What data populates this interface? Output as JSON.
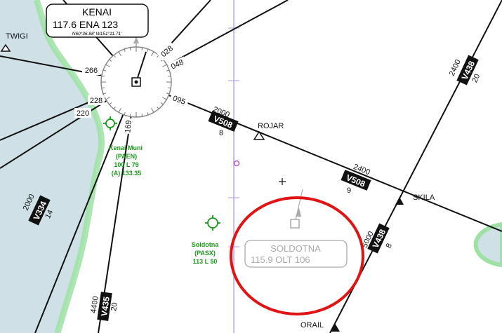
{
  "navaids": {
    "kenai": {
      "name": "KENAI",
      "freq_id": "117.6 ENA 123",
      "coords": "N60°36.88' W151°11.71'"
    },
    "soldotna": {
      "name": "SOLDOTNA",
      "freq_id": "115.9 OLT 106"
    }
  },
  "fixes": {
    "twigi": "TWIGI",
    "rojar": "ROJAR",
    "skila": "SKILA",
    "orail": "ORAIL"
  },
  "radials": {
    "r266": "266",
    "r228": "228",
    "r220": "220",
    "r169": "169",
    "r028": "028",
    "r048": "048",
    "r095": "095"
  },
  "airways": {
    "v508_upper": {
      "id": "V508",
      "mea": "2000",
      "mileage": "8"
    },
    "v508_lower": {
      "id": "V508",
      "mea": "2400",
      "mileage": "9"
    },
    "v438_upper": {
      "id": "V438",
      "mea": "2400",
      "mileage": "20"
    },
    "v438_lower": {
      "id": "V438",
      "mea": "5000",
      "mileage": "8"
    },
    "v334": {
      "id": "V334",
      "mea": "2000",
      "mileage": "14"
    },
    "v435": {
      "id": "V435",
      "mea": "4400",
      "mileage": "20"
    }
  },
  "airports": {
    "kenai_muni": {
      "name": "Kenai Muni",
      "ident": "(PAEN)",
      "info": "100 L 79",
      "ctaf": "(A) 133.35"
    },
    "soldotna": {
      "name": "Soldotna",
      "ident": "(PASX)",
      "info": "113 L 50"
    }
  },
  "colors": {
    "water": "#cfe0e6",
    "shoreline": "#9fe0a6",
    "airport": "#1a9a1a",
    "meridian": "#b9a6e6",
    "highlight_circle": "#e01414",
    "decommissioned": "#aaaaaa"
  }
}
